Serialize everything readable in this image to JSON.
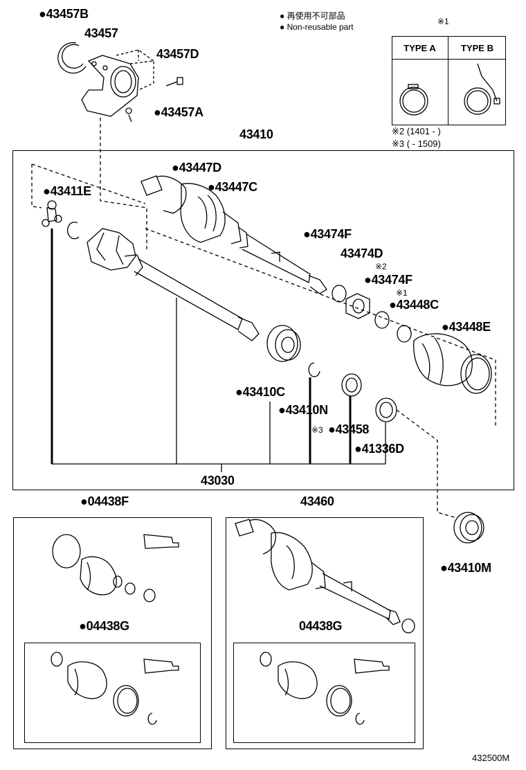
{
  "legend": {
    "jp": "● 再使用不可部品",
    "en": "● Non-reusable part",
    "ref_mark": "※1",
    "type_a": "TYPE A",
    "type_b": "TYPE B",
    "note2": "※2 (1401 -        )",
    "note3": "※3 (        - 1509)"
  },
  "labels": {
    "p43457B": "●43457B",
    "p43457": "43457",
    "p43457D": "43457D",
    "p43457A": "●43457A",
    "p43410": "43410",
    "p43447D": "●43447D",
    "p43447C": "●43447C",
    "p43411E": "●43411E",
    "p43474F_1": "●43474F",
    "p43474D": "43474D",
    "mark2": "※2",
    "p43474F_2": "●43474F",
    "mark1": "※1",
    "p43448C": "●43448C",
    "p43448E": "●43448E",
    "p43410C": "●43410C",
    "p43410N": "●43410N",
    "mark3": "※3",
    "p43458": "●43458",
    "p41336D": "●41336D",
    "p43030": "43030",
    "p04438F": "●04438F",
    "p04438G_1": "●04438G",
    "p43460": "43460",
    "p04438G_2": "04438G",
    "p43410M": "●43410M",
    "figure_no": "432500M"
  }
}
